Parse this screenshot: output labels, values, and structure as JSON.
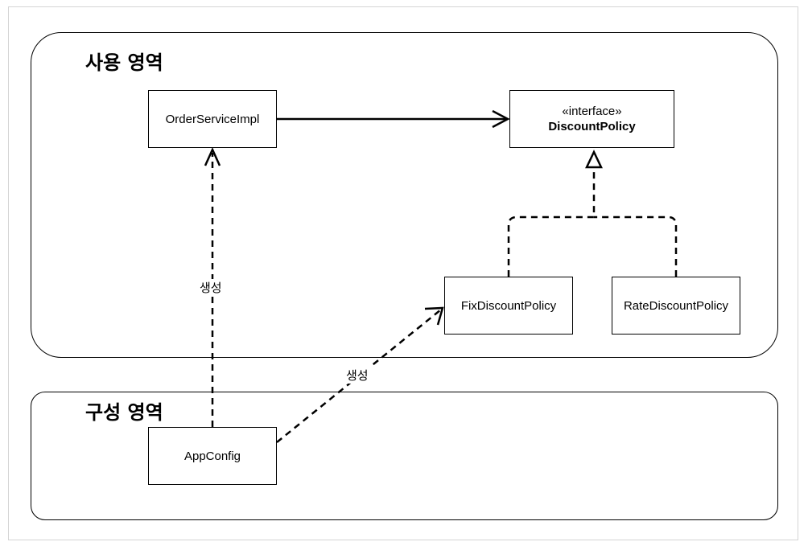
{
  "regions": {
    "usage": {
      "title": "사용 영역"
    },
    "config": {
      "title": "구성 영역"
    }
  },
  "boxes": {
    "order_service_impl": "OrderServiceImpl",
    "discount_policy": {
      "stereotype": "«interface»",
      "name": "DiscountPolicy"
    },
    "fix_discount_policy": "FixDiscountPolicy",
    "rate_discount_policy": "RateDiscountPolicy",
    "app_config": "AppConfig"
  },
  "edges": {
    "create_order_label": "생성",
    "create_fix_label": "생성"
  }
}
